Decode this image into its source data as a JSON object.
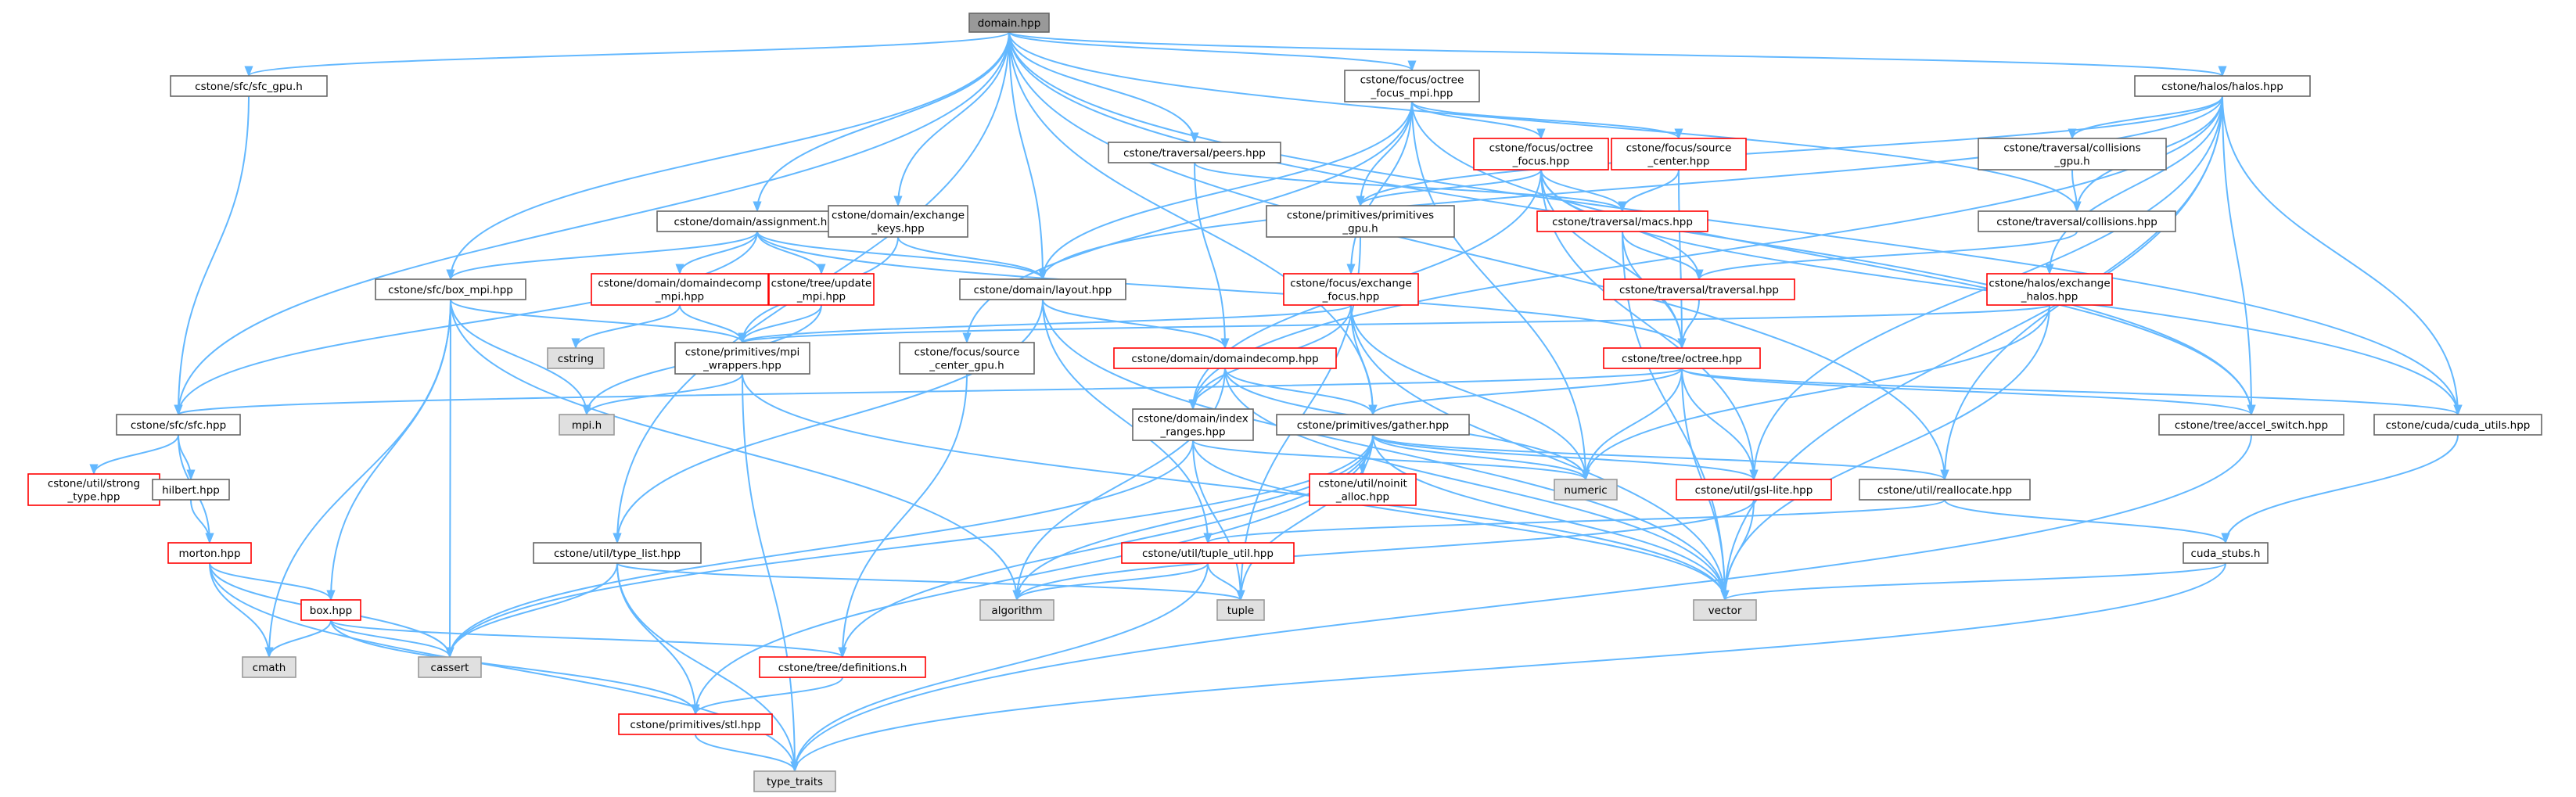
{
  "colors": {
    "edge": "#63b8ff",
    "root_fill": "#999999",
    "default_fill": "#ffffff",
    "default_border": "#666666",
    "missing_border": "#ff0000",
    "system_fill": "#e0e0e0",
    "system_border": "#999999"
  },
  "nodes": [
    {
      "id": "root",
      "lines": [
        "domain.hpp"
      ],
      "kind": "root"
    },
    {
      "id": "sfc_gpu",
      "lines": [
        "cstone/sfc/sfc_gpu.h"
      ],
      "kind": "normal"
    },
    {
      "id": "focus_mpi",
      "lines": [
        "cstone/focus/octree",
        "_focus_mpi.hpp"
      ],
      "kind": "normal"
    },
    {
      "id": "halos",
      "lines": [
        "cstone/halos/halos.hpp"
      ],
      "kind": "normal"
    },
    {
      "id": "peers",
      "lines": [
        "cstone/traversal/peers.hpp"
      ],
      "kind": "normal"
    },
    {
      "id": "octree_focus",
      "lines": [
        "cstone/focus/octree",
        "_focus.hpp"
      ],
      "kind": "red"
    },
    {
      "id": "source_center",
      "lines": [
        "cstone/focus/source",
        "_center.hpp"
      ],
      "kind": "red"
    },
    {
      "id": "coll_gpu",
      "lines": [
        "cstone/traversal/collisions",
        "_gpu.h"
      ],
      "kind": "normal"
    },
    {
      "id": "assignment",
      "lines": [
        "cstone/domain/assignment.hpp"
      ],
      "kind": "normal"
    },
    {
      "id": "exch_keys",
      "lines": [
        "cstone/domain/exchange",
        "_keys.hpp"
      ],
      "kind": "normal"
    },
    {
      "id": "prim_gpu",
      "lines": [
        "cstone/primitives/primitives",
        "_gpu.h"
      ],
      "kind": "normal"
    },
    {
      "id": "macs",
      "lines": [
        "cstone/traversal/macs.hpp"
      ],
      "kind": "red"
    },
    {
      "id": "collisions",
      "lines": [
        "cstone/traversal/collisions.hpp"
      ],
      "kind": "normal"
    },
    {
      "id": "box_mpi",
      "lines": [
        "cstone/sfc/box_mpi.hpp"
      ],
      "kind": "normal"
    },
    {
      "id": "dd_mpi",
      "lines": [
        "cstone/domain/domaindecomp",
        "_mpi.hpp"
      ],
      "kind": "red"
    },
    {
      "id": "update_mpi",
      "lines": [
        "cstone/tree/update",
        "_mpi.hpp"
      ],
      "kind": "red"
    },
    {
      "id": "layout",
      "lines": [
        "cstone/domain/layout.hpp"
      ],
      "kind": "normal"
    },
    {
      "id": "exch_focus",
      "lines": [
        "cstone/focus/exchange",
        "_focus.hpp"
      ],
      "kind": "red"
    },
    {
      "id": "traversal",
      "lines": [
        "cstone/traversal/traversal.hpp"
      ],
      "kind": "red"
    },
    {
      "id": "exch_halos",
      "lines": [
        "cstone/halos/exchange",
        "_halos.hpp"
      ],
      "kind": "red"
    },
    {
      "id": "cstring",
      "lines": [
        "cstring"
      ],
      "kind": "system"
    },
    {
      "id": "mpi_wrappers",
      "lines": [
        "cstone/primitives/mpi",
        "_wrappers.hpp"
      ],
      "kind": "normal"
    },
    {
      "id": "domaindecomp",
      "lines": [
        "cstone/domain/domaindecomp.hpp"
      ],
      "kind": "red"
    },
    {
      "id": "octree",
      "lines": [
        "cstone/tree/octree.hpp"
      ],
      "kind": "red"
    },
    {
      "id": "src_center_gpu",
      "lines": [
        "cstone/focus/source",
        "_center_gpu.h"
      ],
      "kind": "normal"
    },
    {
      "id": "sfc",
      "lines": [
        "cstone/sfc/sfc.hpp"
      ],
      "kind": "normal"
    },
    {
      "id": "mpi_h",
      "lines": [
        "mpi.h"
      ],
      "kind": "system"
    },
    {
      "id": "index_ranges",
      "lines": [
        "cstone/domain/index",
        "_ranges.hpp"
      ],
      "kind": "normal"
    },
    {
      "id": "gather",
      "lines": [
        "cstone/primitives/gather.hpp"
      ],
      "kind": "normal"
    },
    {
      "id": "accel_switch",
      "lines": [
        "cstone/tree/accel_switch.hpp"
      ],
      "kind": "normal"
    },
    {
      "id": "cuda_utils",
      "lines": [
        "cstone/cuda/cuda_utils.hpp"
      ],
      "kind": "normal"
    },
    {
      "id": "strong_type",
      "lines": [
        "cstone/util/strong",
        "_type.hpp"
      ],
      "kind": "red"
    },
    {
      "id": "hilbert",
      "lines": [
        "hilbert.hpp"
      ],
      "kind": "normal"
    },
    {
      "id": "numeric",
      "lines": [
        "numeric"
      ],
      "kind": "system"
    },
    {
      "id": "gsl_lite",
      "lines": [
        "cstone/util/gsl-lite.hpp"
      ],
      "kind": "red"
    },
    {
      "id": "noinit",
      "lines": [
        "cstone/util/noinit",
        "_alloc.hpp"
      ],
      "kind": "red"
    },
    {
      "id": "reallocate",
      "lines": [
        "cstone/util/reallocate.hpp"
      ],
      "kind": "normal"
    },
    {
      "id": "morton",
      "lines": [
        "morton.hpp"
      ],
      "kind": "red"
    },
    {
      "id": "type_list",
      "lines": [
        "cstone/util/type_list.hpp"
      ],
      "kind": "normal"
    },
    {
      "id": "tuple_util",
      "lines": [
        "cstone/util/tuple_util.hpp"
      ],
      "kind": "red"
    },
    {
      "id": "cuda_stubs",
      "lines": [
        "cuda_stubs.h"
      ],
      "kind": "normal"
    },
    {
      "id": "box",
      "lines": [
        "box.hpp"
      ],
      "kind": "red"
    },
    {
      "id": "algorithm",
      "lines": [
        "algorithm"
      ],
      "kind": "system"
    },
    {
      "id": "tuple",
      "lines": [
        "tuple"
      ],
      "kind": "system"
    },
    {
      "id": "vector",
      "lines": [
        "vector"
      ],
      "kind": "system"
    },
    {
      "id": "cmath",
      "lines": [
        "cmath"
      ],
      "kind": "system"
    },
    {
      "id": "cassert",
      "lines": [
        "cassert"
      ],
      "kind": "system"
    },
    {
      "id": "definitions",
      "lines": [
        "cstone/tree/definitions.h"
      ],
      "kind": "red"
    },
    {
      "id": "stl",
      "lines": [
        "cstone/primitives/stl.hpp"
      ],
      "kind": "red"
    },
    {
      "id": "type_traits",
      "lines": [
        "type_traits"
      ],
      "kind": "system"
    }
  ],
  "edges": [
    [
      "root",
      "sfc_gpu"
    ],
    [
      "root",
      "focus_mpi"
    ],
    [
      "root",
      "halos"
    ],
    [
      "root",
      "peers"
    ],
    [
      "root",
      "assignment"
    ],
    [
      "root",
      "exch_keys"
    ],
    [
      "root",
      "layout"
    ],
    [
      "root",
      "box_mpi"
    ],
    [
      "root",
      "sfc"
    ],
    [
      "root",
      "type_list"
    ],
    [
      "root",
      "collisions"
    ],
    [
      "root",
      "accel_switch"
    ],
    [
      "root",
      "cuda_utils"
    ],
    [
      "root",
      "reallocate"
    ],
    [
      "root",
      "gather"
    ],
    [
      "sfc_gpu",
      "sfc"
    ],
    [
      "focus_mpi",
      "octree_focus"
    ],
    [
      "focus_mpi",
      "source_center"
    ],
    [
      "focus_mpi",
      "exch_focus"
    ],
    [
      "focus_mpi",
      "prim_gpu"
    ],
    [
      "focus_mpi",
      "layout"
    ],
    [
      "focus_mpi",
      "src_center_gpu"
    ],
    [
      "focus_mpi",
      "numeric"
    ],
    [
      "focus_mpi",
      "accel_switch"
    ],
    [
      "halos",
      "coll_gpu"
    ],
    [
      "halos",
      "collisions"
    ],
    [
      "halos",
      "exch_halos"
    ],
    [
      "halos",
      "layout"
    ],
    [
      "halos",
      "prim_gpu"
    ],
    [
      "halos",
      "index_ranges"
    ],
    [
      "halos",
      "gsl_lite"
    ],
    [
      "halos",
      "reallocate"
    ],
    [
      "halos",
      "accel_switch"
    ],
    [
      "halos",
      "cuda_utils"
    ],
    [
      "halos",
      "vector"
    ],
    [
      "peers",
      "macs"
    ],
    [
      "peers",
      "domaindecomp"
    ],
    [
      "octree_focus",
      "macs"
    ],
    [
      "octree_focus",
      "prim_gpu"
    ],
    [
      "octree_focus",
      "traversal"
    ],
    [
      "octree_focus",
      "octree"
    ],
    [
      "octree_focus",
      "gsl_lite"
    ],
    [
      "octree_focus",
      "index_ranges"
    ],
    [
      "octree_focus",
      "cuda_utils"
    ],
    [
      "source_center",
      "macs"
    ],
    [
      "source_center",
      "octree"
    ],
    [
      "coll_gpu",
      "collisions"
    ],
    [
      "assignment",
      "box_mpi"
    ],
    [
      "assignment",
      "dd_mpi"
    ],
    [
      "assignment",
      "update_mpi"
    ],
    [
      "assignment",
      "layout"
    ],
    [
      "assignment",
      "sfc"
    ],
    [
      "assignment",
      "octree"
    ],
    [
      "exch_keys",
      "layout"
    ],
    [
      "exch_keys",
      "mpi_wrappers"
    ],
    [
      "prim_gpu",
      "tuple"
    ],
    [
      "macs",
      "traversal"
    ],
    [
      "macs",
      "octree"
    ],
    [
      "macs",
      "vector"
    ],
    [
      "collisions",
      "traversal"
    ],
    [
      "box_mpi",
      "mpi_wrappers"
    ],
    [
      "box_mpi",
      "mpi_h"
    ],
    [
      "box_mpi",
      "box"
    ],
    [
      "box_mpi",
      "cassert"
    ],
    [
      "box_mpi",
      "cmath"
    ],
    [
      "box_mpi",
      "algorithm"
    ],
    [
      "dd_mpi",
      "cstring"
    ],
    [
      "dd_mpi",
      "mpi_wrappers"
    ],
    [
      "update_mpi",
      "mpi_wrappers"
    ],
    [
      "update_mpi",
      "mpi_h"
    ],
    [
      "layout",
      "domaindecomp"
    ],
    [
      "layout",
      "type_list"
    ],
    [
      "layout",
      "tuple_util"
    ],
    [
      "layout",
      "vector"
    ],
    [
      "exch_focus",
      "mpi_wrappers"
    ],
    [
      "exch_focus",
      "index_ranges"
    ],
    [
      "exch_focus",
      "gather"
    ],
    [
      "exch_focus",
      "numeric"
    ],
    [
      "exch_focus",
      "vector"
    ],
    [
      "traversal",
      "octree"
    ],
    [
      "exch_halos",
      "mpi_wrappers"
    ],
    [
      "exch_halos",
      "numeric"
    ],
    [
      "exch_halos",
      "vector"
    ],
    [
      "mpi_wrappers",
      "mpi_h"
    ],
    [
      "mpi_wrappers",
      "vector"
    ],
    [
      "mpi_wrappers",
      "type_traits"
    ],
    [
      "domaindecomp",
      "index_ranges"
    ],
    [
      "domaindecomp",
      "gather"
    ],
    [
      "domaindecomp",
      "algorithm"
    ],
    [
      "domaindecomp",
      "numeric"
    ],
    [
      "domaindecomp",
      "vector"
    ],
    [
      "octree",
      "sfc"
    ],
    [
      "octree",
      "gather"
    ],
    [
      "octree",
      "accel_switch"
    ],
    [
      "octree",
      "cuda_utils"
    ],
    [
      "octree",
      "gsl_lite"
    ],
    [
      "octree",
      "numeric"
    ],
    [
      "octree",
      "vector"
    ],
    [
      "src_center_gpu",
      "definitions"
    ],
    [
      "sfc",
      "strong_type"
    ],
    [
      "sfc",
      "hilbert"
    ],
    [
      "sfc",
      "morton"
    ],
    [
      "index_ranges",
      "numeric"
    ],
    [
      "index_ranges",
      "cassert"
    ],
    [
      "index_ranges",
      "tuple"
    ],
    [
      "index_ranges",
      "vector"
    ],
    [
      "gather",
      "noinit"
    ],
    [
      "gather",
      "gsl_lite"
    ],
    [
      "gather",
      "reallocate"
    ],
    [
      "gather",
      "numeric"
    ],
    [
      "gather",
      "algorithm"
    ],
    [
      "gather",
      "cassert"
    ],
    [
      "gather",
      "tuple"
    ],
    [
      "gather",
      "vector"
    ],
    [
      "gather",
      "definitions"
    ],
    [
      "gather",
      "stl"
    ],
    [
      "accel_switch",
      "type_traits"
    ],
    [
      "cuda_utils",
      "cuda_stubs"
    ],
    [
      "hilbert",
      "morton"
    ],
    [
      "gsl_lite",
      "algorithm"
    ],
    [
      "gsl_lite",
      "vector"
    ],
    [
      "reallocate",
      "cuda_stubs"
    ],
    [
      "reallocate",
      "tuple_util"
    ],
    [
      "morton",
      "box"
    ],
    [
      "morton",
      "cmath"
    ],
    [
      "morton",
      "cassert"
    ],
    [
      "morton",
      "type_traits"
    ],
    [
      "type_list",
      "tuple"
    ],
    [
      "type_list",
      "cassert"
    ],
    [
      "type_list",
      "stl"
    ],
    [
      "type_list",
      "type_traits"
    ],
    [
      "tuple_util",
      "tuple"
    ],
    [
      "tuple_util",
      "algorithm"
    ],
    [
      "tuple_util",
      "type_traits"
    ],
    [
      "cuda_stubs",
      "vector"
    ],
    [
      "cuda_stubs",
      "type_traits"
    ],
    [
      "box",
      "cmath"
    ],
    [
      "box",
      "cassert"
    ],
    [
      "box",
      "definitions"
    ],
    [
      "box",
      "stl"
    ],
    [
      "definitions",
      "stl"
    ],
    [
      "stl",
      "type_traits"
    ]
  ]
}
